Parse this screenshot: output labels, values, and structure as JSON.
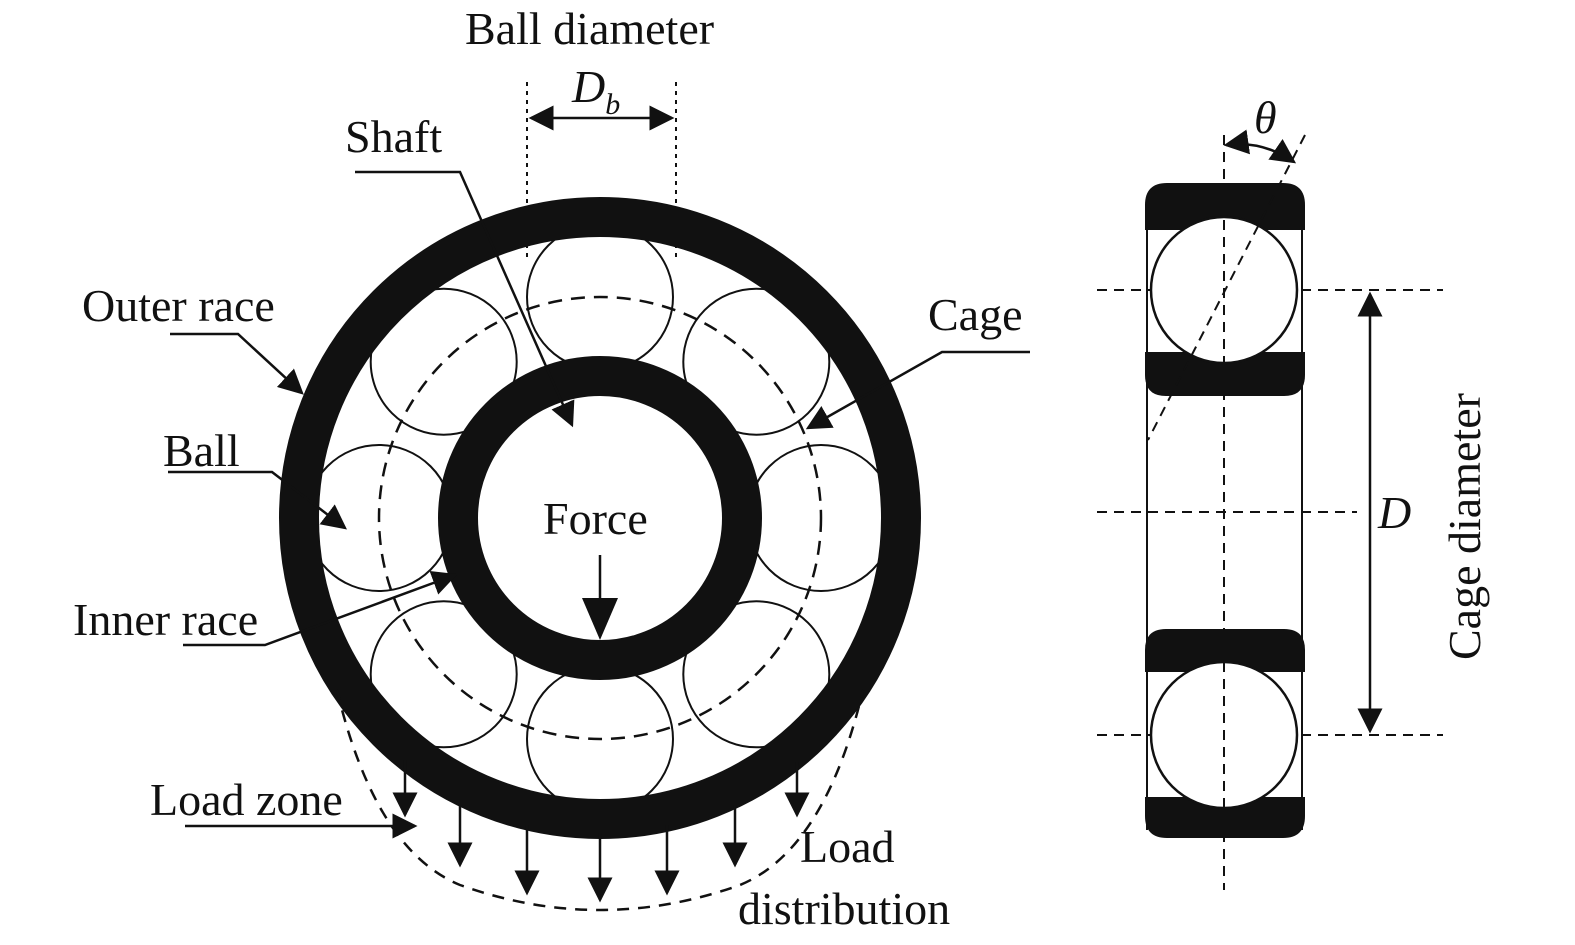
{
  "labels": {
    "ball_diameter": "Ball diameter",
    "db_symbol": "D",
    "db_subscript": "b",
    "shaft": "Shaft",
    "outer_race": "Outer race",
    "cage": "Cage",
    "ball": "Ball",
    "force": "Force",
    "inner_race": "Inner race",
    "load_zone": "Load zone",
    "load_distribution_line1": "Load",
    "load_distribution_line2": "distribution",
    "theta": "θ",
    "d_symbol": "D",
    "cage_diameter": "Cage diameter"
  },
  "colors": {
    "ink": "#111111",
    "background": "#ffffff"
  }
}
